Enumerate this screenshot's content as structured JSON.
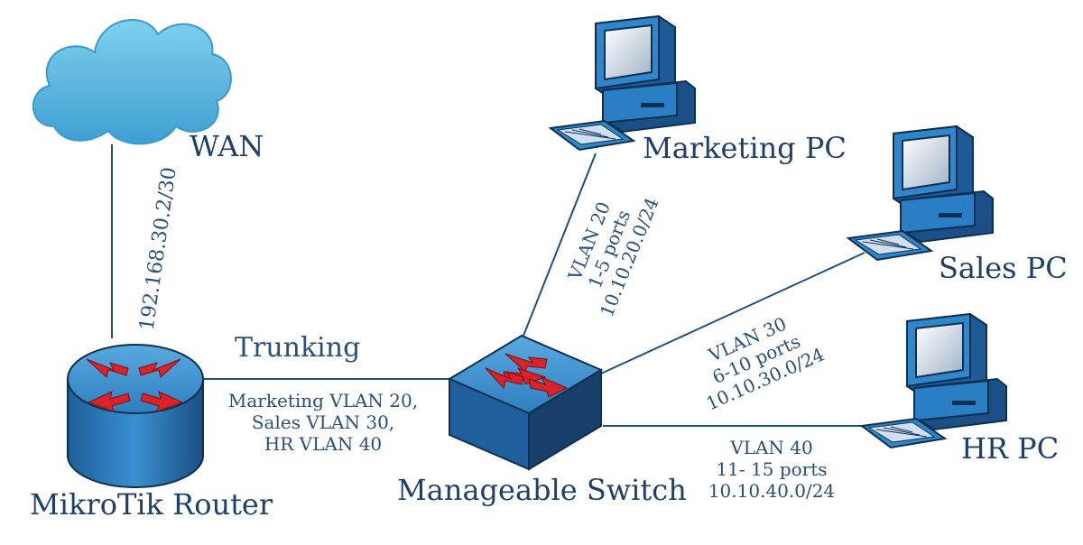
{
  "nodes": {
    "wan": {
      "label": "WAN"
    },
    "router": {
      "label": "MikroTik Router"
    },
    "switch": {
      "label": "Manageable Switch"
    },
    "marketing_pc": {
      "label": "Marketing PC"
    },
    "sales_pc": {
      "label": "Sales PC"
    },
    "hr_pc": {
      "label": "HR PC"
    }
  },
  "links": {
    "wan_router": {
      "label": "192.168.30.2/30"
    },
    "trunk": {
      "title": "Trunking",
      "lines": [
        "Marketing VLAN 20,",
        "Sales VLAN 30,",
        "HR VLAN 40"
      ]
    },
    "marketing": {
      "lines": [
        "VLAN 20",
        "1-5 ports",
        "10.10.20.0/24"
      ]
    },
    "sales": {
      "lines": [
        "VLAN 30",
        "6-10 ports",
        "10.10.30.0/24"
      ]
    },
    "hr": {
      "lines": [
        "VLAN 40",
        "11- 15 ports",
        "10.10.40.0/24"
      ]
    }
  },
  "colors": {
    "line": "#1e4f86",
    "device_blue": "#2a7fc4",
    "device_dark": "#173f6a",
    "cloud": "#5bb8df",
    "arrow": "#d9232a",
    "text": "#1f3f6b"
  }
}
